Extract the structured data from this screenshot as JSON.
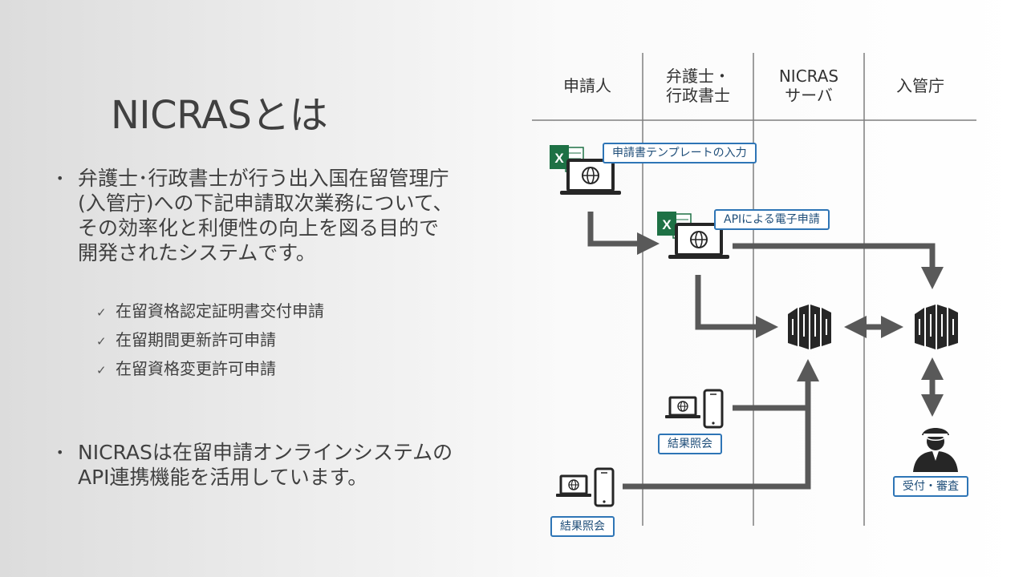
{
  "slide": {
    "title": "NICRASとは",
    "bullets": [
      "弁護士･行政書士が行う出入国在留管理庁\n(入管庁)への下記申請取次業務について、\nその効率化と利便性の向上を図る目的で\n開発されたシステムです。",
      "NICRASは在留申請オンラインシステムの\nAPI連携機能を活用しています。"
    ],
    "checklist": [
      "在留資格認定証明書交付申請",
      "在留期間更新許可申請",
      "在留資格変更許可申請"
    ]
  },
  "diagram": {
    "lanes": [
      "申請人",
      "弁護士・\n行政書士",
      "NICRAS\nサーバ",
      "入管庁"
    ],
    "labels": {
      "template_input": "申請書テンプレートの入力",
      "api_apply": "APIによる電子申請",
      "result_view_1": "結果照会",
      "result_view_2": "結果照会",
      "review": "受付・審査"
    },
    "colors": {
      "accent": "#2e75b6",
      "arrow": "#595959",
      "icon": "#262626",
      "excel": "#1e7145"
    },
    "icons": [
      "laptop-globe-icon",
      "excel-icon",
      "server-icon",
      "smartphone-icon",
      "officer-icon"
    ]
  }
}
